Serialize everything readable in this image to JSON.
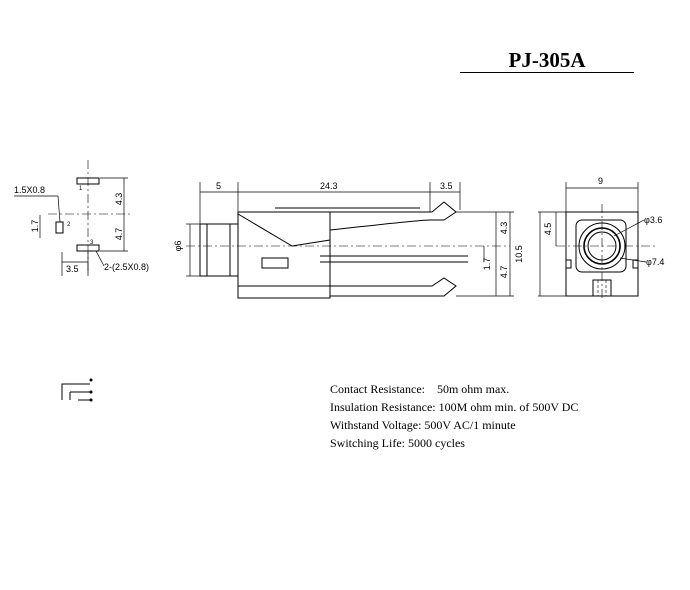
{
  "title": "PJ-305A",
  "specs": [
    "Contact Resistance:    50m ohm max.",
    "Insulation Resistance: 100M ohm min. of 500V DC",
    "Withstand Voltage: 500V AC/1 minute",
    "Switching Life: 5000 cycles"
  ],
  "footprint": {
    "pad_label": "1.5X0.8",
    "dim_1_7": "1.7",
    "dim_4_3": "4.3",
    "dim_4_7": "4.7",
    "dim_3_5": "3.5",
    "hole_label": "2-(2.5X0.8)",
    "pin1": "1",
    "pin2": "2",
    "pin3": "3"
  },
  "side_view": {
    "dim_5": "5",
    "dim_24_3": "24.3",
    "dim_3_5": "3.5",
    "dia_6": "φ6",
    "dim_4_3": "4.3",
    "dim_4_7": "4.7",
    "dim_1_7": "1.7",
    "dim_10_5": "10.5"
  },
  "front_view": {
    "dim_9": "9",
    "dim_4_5": "4.5",
    "dia_3_6": "φ3.6",
    "dia_7_4": "φ7.4"
  }
}
